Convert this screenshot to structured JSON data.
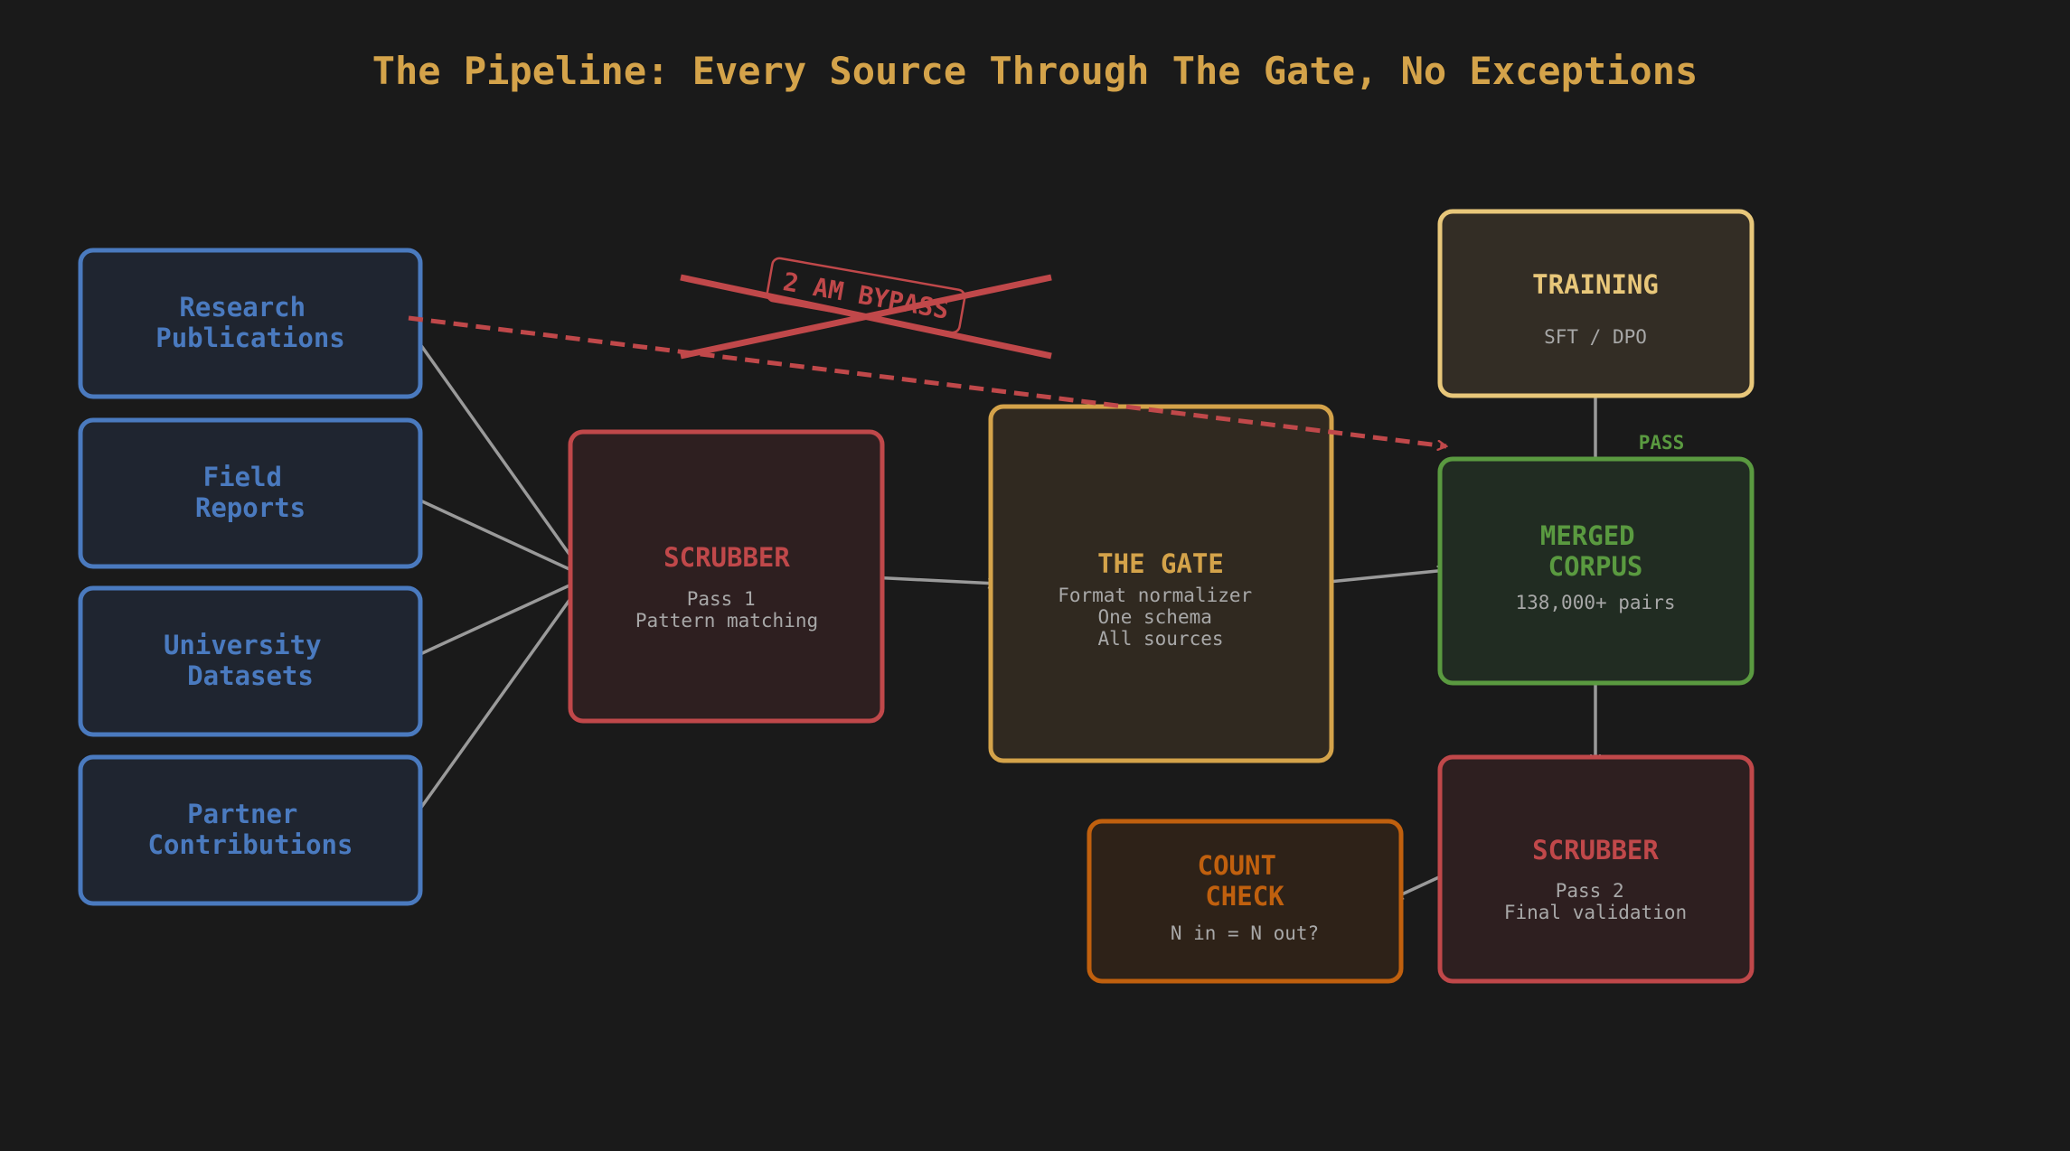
{
  "title": "The Pipeline: Every Source Through The Gate, No Exceptions",
  "colors": {
    "background": "#1a1a1a",
    "source_blue": "#4a7abf",
    "scrubber_red": "#c0484a",
    "gate_gold": "#d4a34a",
    "training_yellow": "#e8c77a",
    "merged_green": "#5a9a40",
    "count_orange": "#c0600e",
    "connector_gray": "#9a9a9a",
    "subtext_gray": "#a8a8a8"
  },
  "sources": [
    {
      "lines": [
        "Research",
        "Publications"
      ]
    },
    {
      "lines": [
        "Field",
        "Reports"
      ]
    },
    {
      "lines": [
        "University",
        "Datasets"
      ]
    },
    {
      "lines": [
        "Partner",
        "Contributions"
      ]
    }
  ],
  "scrubber1": {
    "title": "SCRUBBER",
    "sub": [
      "Pass 1",
      "Pattern matching"
    ]
  },
  "gate": {
    "title": "THE GATE",
    "sub": [
      "Format normalizer",
      "One schema",
      "All sources"
    ]
  },
  "merged": {
    "title": [
      "MERGED",
      "CORPUS"
    ],
    "sub": [
      "138,000+ pairs"
    ]
  },
  "training": {
    "title": "TRAINING",
    "sub": [
      "SFT / DPO"
    ]
  },
  "scrubber2": {
    "title": "SCRUBBER",
    "sub": [
      "Pass 2",
      "Final validation"
    ]
  },
  "count_check": {
    "title": [
      "COUNT",
      "CHECK"
    ],
    "sub": [
      "N in = N out?"
    ]
  },
  "pass_label": "PASS",
  "bypass_label": "2 AM BYPASS"
}
